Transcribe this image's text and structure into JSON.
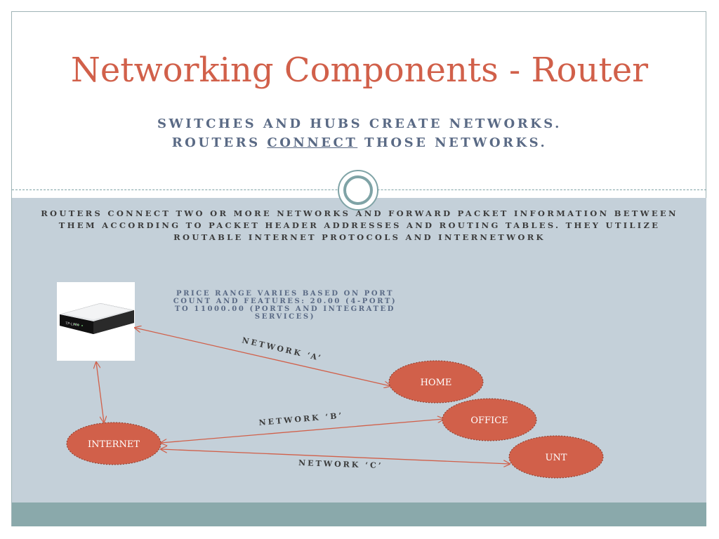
{
  "slide": {
    "title": "Networking Components - Router",
    "subtitle_line1": "SWITCHES AND HUBS CREATE NETWORKS.",
    "subtitle_line2_before": "ROUTERS ",
    "subtitle_line2_underlined": "CONNECT",
    "subtitle_line2_after": " THOSE NETWORKS.",
    "body_text": "ROUTERS CONNECT TWO OR MORE NETWORKS AND FORWARD PACKET INFORMATION BETWEEN THEM ACCORDING TO PACKET HEADER ADDRESSES AND ROUTING TABLES. THEY UTILIZE ROUTABLE INTERNET PROTOCOLS AND INTERNETWORK",
    "price_text": "PRICE RANGE VARIES BASED ON PORT COUNT AND FEATURES: 20.00 (4-PORT) TO 11000.00 (PORTS AND INTEGRATED SERVICES)"
  },
  "diagram": {
    "nodes": {
      "home": "HOME",
      "office": "OFFICE",
      "unt": "UNT",
      "internet": "INTERNET"
    },
    "network_labels": {
      "a": "NETWORK ‘A’",
      "b": "NETWORK ‘B’",
      "c": "NETWORK ‘C’"
    },
    "router_brand": "TP-LINK"
  },
  "colors": {
    "title": "#d1604a",
    "node_fill": "#d1604a",
    "arrow": "#d1604a",
    "content_band": "#c4d0d9",
    "footer_band": "#8aa9ab",
    "accent_ring": "#7fa3a6"
  }
}
